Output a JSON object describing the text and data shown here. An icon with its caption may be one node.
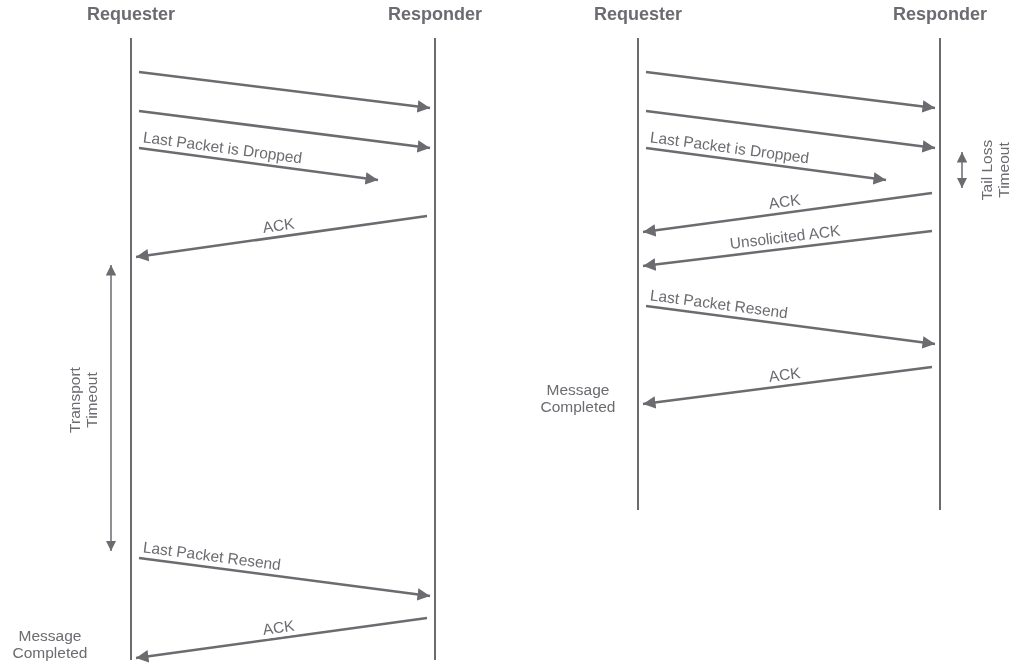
{
  "diagram": {
    "nodes": [
      {
        "text": [
          "Requester"
        ]
      },
      {
        "text": [
          "Responder"
        ]
      },
      {
        "text": [
          "Requester"
        ]
      },
      {
        "text": [
          "Responder"
        ]
      }
    ],
    "edges": [
      {
        "from": 0,
        "to": 1,
        "arrow": "to"
      },
      {
        "from": 0,
        "to": 1,
        "arrow": "to"
      },
      {
        "from": 0,
        "to": null,
        "arrow": "to",
        "label": "Last Packet is Dropped"
      },
      {
        "from": 1,
        "to": 0,
        "arrow": "to",
        "label": "ACK"
      },
      {
        "from": 0,
        "to": 1,
        "arrow": "to",
        "label": "Last Packet Resend"
      },
      {
        "from": 1,
        "to": 0,
        "arrow": "to",
        "label": "ACK"
      },
      {
        "from": 2,
        "to": 3,
        "arrow": "to"
      },
      {
        "from": 2,
        "to": 3,
        "arrow": "to"
      },
      {
        "from": 2,
        "to": null,
        "arrow": "to",
        "label": "Last Packet is Dropped"
      },
      {
        "from": 3,
        "to": 2,
        "arrow": "to",
        "label": "ACK"
      },
      {
        "from": 3,
        "to": 2,
        "arrow": "to",
        "label": "Unsolicited ACK"
      },
      {
        "from": 2,
        "to": 3,
        "arrow": "to",
        "label": "Last Packet Resend"
      },
      {
        "from": 3,
        "to": 2,
        "arrow": "to",
        "label": "ACK"
      }
    ],
    "labels": [
      "Transport Timeout",
      "Message Completed",
      "Tail Loss Timeout",
      "Message Completed"
    ]
  }
}
